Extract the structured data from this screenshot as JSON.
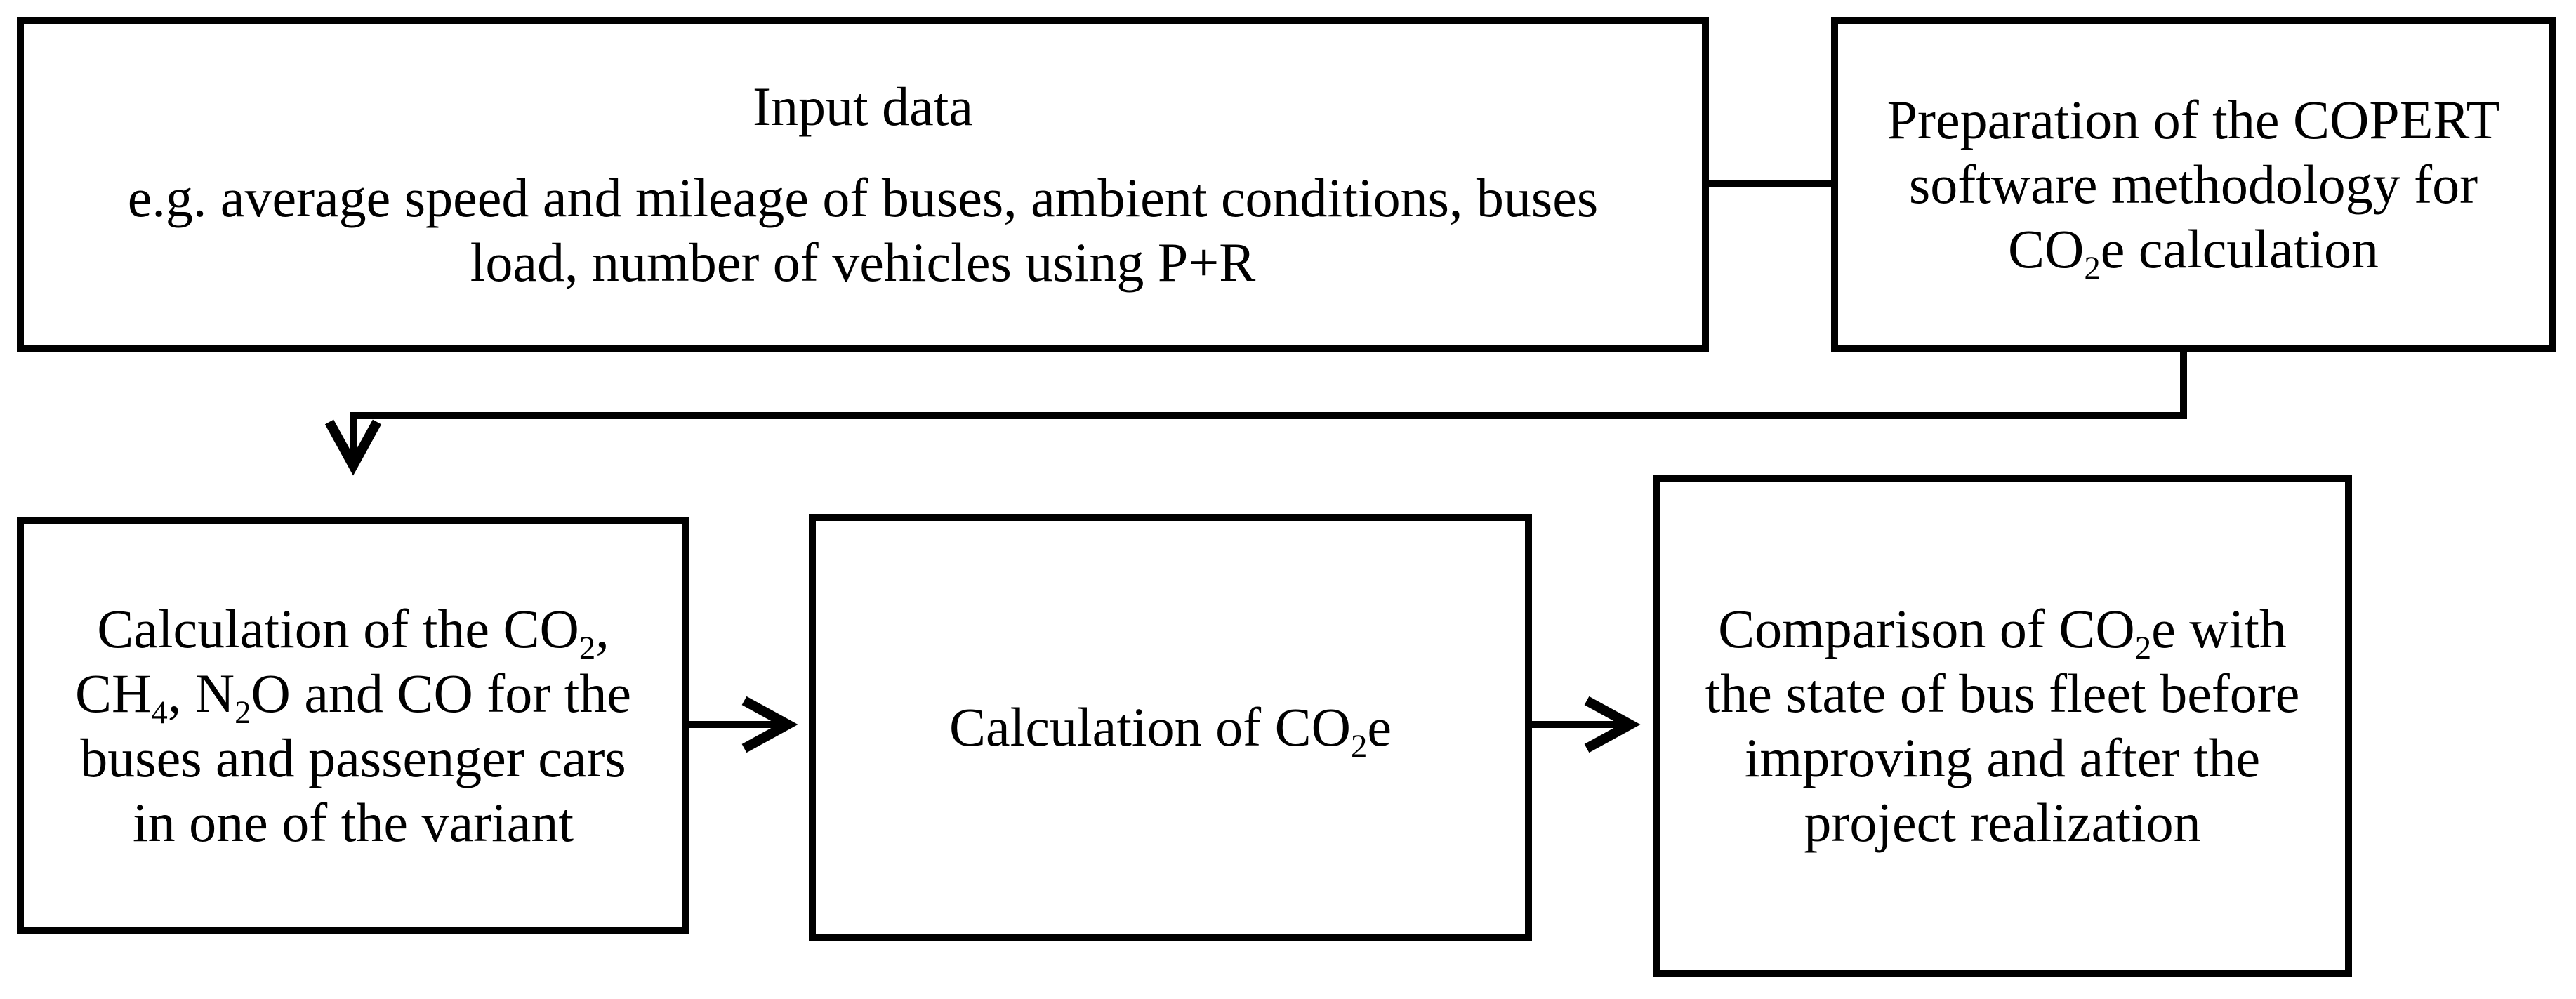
{
  "figure": {
    "type": "flowchart",
    "background_color": "#ffffff",
    "line_color": "#000000",
    "boxes": {
      "input_data": {
        "lines": [
          [
            {
              "t": "Input data"
            }
          ],
          [
            {
              "t": "e.g. average speed and mileage of buses, ambient conditions, buses"
            }
          ],
          [
            {
              "t": "load, number of vehicles using P+R"
            }
          ]
        ]
      },
      "copert_preparation": {
        "lines": [
          [
            {
              "t": "Preparation of the COPERT"
            }
          ],
          [
            {
              "t": "software methodology for"
            }
          ],
          [
            {
              "t": "CO"
            },
            {
              "t": "2",
              "s": true
            },
            {
              "t": "e calculation"
            }
          ]
        ]
      },
      "pollutant_calculation": {
        "lines": [
          [
            {
              "t": "Calculation of the CO"
            },
            {
              "t": "2",
              "s": true
            },
            {
              "t": ","
            }
          ],
          [
            {
              "t": "CH"
            },
            {
              "t": "4",
              "s": true
            },
            {
              "t": ", N"
            },
            {
              "t": "2",
              "s": true
            },
            {
              "t": "O and CO for the"
            }
          ],
          [
            {
              "t": "buses and passenger cars"
            }
          ],
          [
            {
              "t": "in one of the variant"
            }
          ]
        ]
      },
      "co2e_calculation": {
        "lines": [
          [
            {
              "t": "Calculation of CO"
            },
            {
              "t": "2",
              "s": true
            },
            {
              "t": "e"
            }
          ]
        ]
      },
      "comparison": {
        "lines": [
          [
            {
              "t": "Comparison of CO"
            },
            {
              "t": "2",
              "s": true
            },
            {
              "t": "e with"
            }
          ],
          [
            {
              "t": "the state of bus fleet before"
            }
          ],
          [
            {
              "t": "improving and after the"
            }
          ],
          [
            {
              "t": "project realization"
            }
          ]
        ]
      }
    }
  }
}
